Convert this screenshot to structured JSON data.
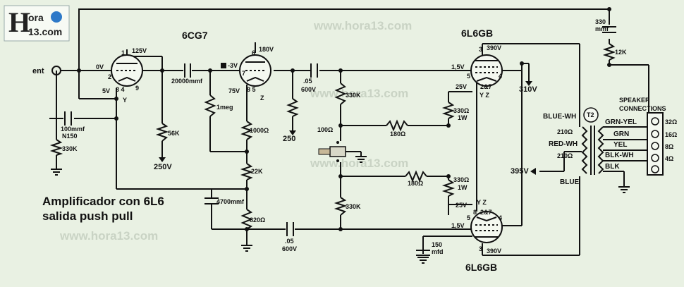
{
  "logo": {
    "text_a": "ora",
    "text_b": "13.com",
    "initial": "H"
  },
  "watermarks": [
    "www.hora13.com",
    "www.hora13.com",
    "www.hora13.com",
    "www.hora13.com"
  ],
  "title": {
    "line1": "Amplificador con 6L6",
    "line2": "salida push pull"
  },
  "tubes": {
    "t1": "6CG7",
    "t2": "6L6GB",
    "t3": "6L6GB"
  },
  "labels": {
    "ent": "ent",
    "v125": "125V",
    "v0": "0V",
    "v5": "5V",
    "pins1": "3 4",
    "pin9": "9",
    "y1": "Y",
    "pin1": "1",
    "pin2": "2",
    "v180": "180V",
    "v3": "-3V",
    "v75": "75V",
    "pin6": "6",
    "pin7": "7",
    "pins2": "8 5",
    "z1": "Z",
    "cap20000": "20000mmf",
    "r1meg": "1meg",
    "cap05a": ".05",
    "v600a": "600V",
    "r330k_a": "330K",
    "r100": "100Ω",
    "r1000": "1000Ω",
    "r22k": "22K",
    "r820": "820Ω",
    "cap4700": "4700mmf",
    "v250a": "250",
    "r56k": "56K",
    "v250b": "250V",
    "cap100": "100mmf",
    "n150": "N150",
    "r330k_b": "330K",
    "r180a": "180Ω",
    "r180b": "180Ω",
    "r330a": "330Ω",
    "w1a": "1W",
    "r330b": "330Ω",
    "w1b": "1W",
    "r330k_c": "330K",
    "cap150": "150",
    "mfd": "mfd",
    "cap05b": ".05",
    "v600b": "600V",
    "v390a": "390V",
    "v15a": "1,5V",
    "v25a": "25V",
    "p247a": "2&7",
    "yz_a": "Y Z",
    "p3a": "3",
    "p5a": "5",
    "p4a": "4",
    "v310": "310V",
    "v390b": "390V",
    "v15b": "1,5V",
    "v25b": "25V",
    "p247b": "2&7",
    "yz_b": "Y Z",
    "p8b": "8",
    "p5b": "5",
    "p4b": "4",
    "p3b": "3",
    "cap330": "330",
    "mmf": "mmf",
    "r12k": "12K",
    "spk1": "SPEAKER",
    "spk2": "CONNECTIONS",
    "bluewh": "BLUE-WH",
    "t2": "T2",
    "redwh": "RED-WH",
    "blue": "BLUE",
    "v395": "395V",
    "r210a": "210Ω",
    "r210b": "210Ω",
    "grnyel": "GRN-YEL",
    "grn": "GRN",
    "yel": "YEL",
    "blkwh": "BLK-WH",
    "blk": "BLK",
    "o32": "32Ω",
    "o16": "16Ω",
    "o8": "8Ω",
    "o4": "4Ω"
  },
  "colors": {
    "background": "#e9f1e3",
    "ink": "#111111",
    "watermark": "#c9d3c4",
    "logo_blue": "#2e79c8"
  }
}
